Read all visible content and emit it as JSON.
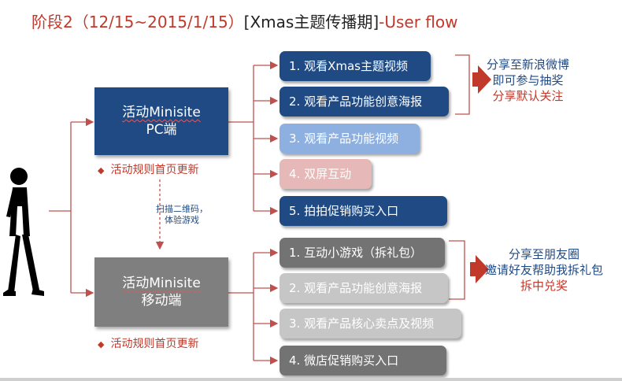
{
  "title": {
    "prefix": "阶段2（12/15~2015/1/15）",
    "middle": "[Xmas主题传播期]",
    "suffix": "-User flow"
  },
  "pc_box": {
    "line1": "活动Minisite",
    "line2": "PC端"
  },
  "pc_note": "活动规则首页更新",
  "scan_text": {
    "line1": "扫描二维码，",
    "line2": "体验游戏"
  },
  "mobile_box": {
    "line1": "活动Minisite",
    "line2": "移动端"
  },
  "mobile_note": "活动规则首页更新",
  "pc_steps": [
    {
      "label": "1. 观看Xmas主题视频",
      "color": "#1f4a84"
    },
    {
      "label": "2. 观看产品功能创意海报",
      "color": "#1f4a84"
    },
    {
      "label": "3. 观看产品功能视频",
      "color": "#8db0e0"
    },
    {
      "label": "4. 双屏互动",
      "color": "#e6b8b8"
    },
    {
      "label": "5. 拍拍促销购买入口",
      "color": "#1f4a84"
    }
  ],
  "mobile_steps": [
    {
      "label": "1. 互动小游戏（拆礼包）",
      "color": "#737373"
    },
    {
      "label": "2. 观看产品功能创意海报",
      "color": "#c6c6c6"
    },
    {
      "label": "3. 观看产品核心卖点及视频",
      "color": "#c6c6c6"
    },
    {
      "label": "4. 微店促销购买入口",
      "color": "#737373"
    }
  ],
  "pc_callout": {
    "line1": "分享至新浪微博",
    "line2": "即可参与抽奖",
    "line3": "分享默认关注"
  },
  "mobile_callout": {
    "line1": "分享至朋友圈",
    "line2": "邀请好友帮助我拆礼包",
    "line3": "拆中兑奖"
  },
  "colors": {
    "accent_red": "#c0392b",
    "navy": "#1f4a84",
    "connector": "#c0504d"
  },
  "icons": [
    "person-icon",
    "diamond-bullet-icon",
    "right-arrow-icon"
  ]
}
